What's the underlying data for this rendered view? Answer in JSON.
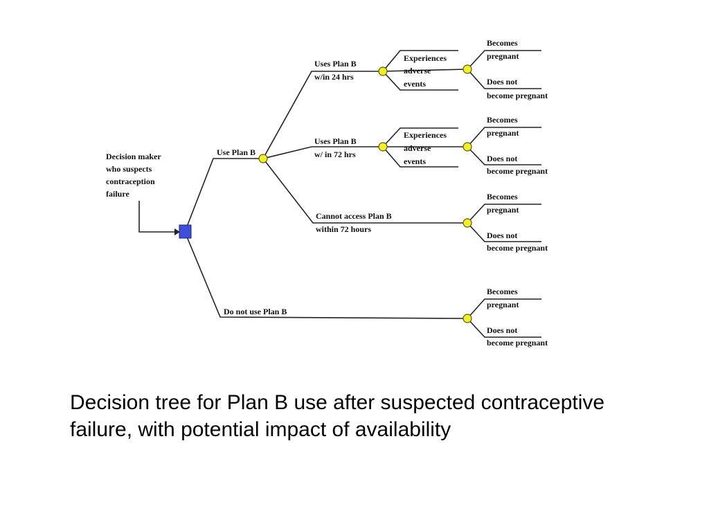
{
  "colors": {
    "line": "#222222",
    "chance_node": "#f2ef2a",
    "decision_node": "#3d4fd6",
    "text": "#111111"
  },
  "root": {
    "label_lines": [
      "Decision maker",
      "who suspects",
      "contraception",
      "failure"
    ]
  },
  "branches": {
    "use_plan_b": "Use Plan B",
    "do_not_use": "Do not use Plan B",
    "within_24": [
      "Uses Plan B",
      "w/in 24 hrs"
    ],
    "within_72": [
      "Uses Plan B",
      "w/ in 72 hrs"
    ],
    "no_access": [
      "Cannot access Plan B",
      "within 72 hours"
    ]
  },
  "adverse_events": [
    "Experiences",
    "adverse",
    "events"
  ],
  "outcomes": {
    "becomes_pregnant": [
      "Becomes",
      "pregnant"
    ],
    "does_not": [
      "Does not",
      "become pregnant"
    ]
  },
  "caption": "Decision tree for  Plan B use after suspected contraceptive failure, with potential impact of availability"
}
